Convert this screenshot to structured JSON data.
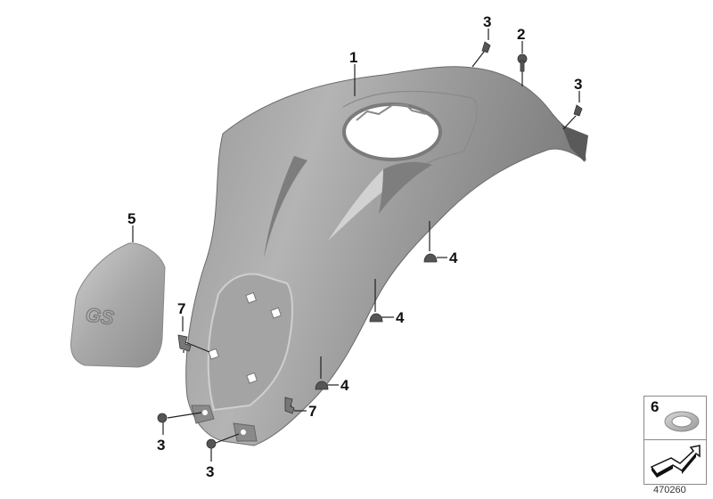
{
  "diagram": {
    "type": "exploded-parts-diagram",
    "subject": "Fuel tank cover trim",
    "callouts": [
      {
        "id": "1",
        "label": "1",
        "part": "tank-cover"
      },
      {
        "id": "2",
        "label": "2",
        "part": "screw"
      },
      {
        "id": "3a",
        "label": "3",
        "part": "screw-top-left"
      },
      {
        "id": "3b",
        "label": "3",
        "part": "screw-top-right"
      },
      {
        "id": "3c",
        "label": "3",
        "part": "screw-bottom-left"
      },
      {
        "id": "3d",
        "label": "3",
        "part": "screw-bottom-right"
      },
      {
        "id": "4a",
        "label": "4",
        "part": "cap-nut-upper"
      },
      {
        "id": "4b",
        "label": "4",
        "part": "cap-nut-middle"
      },
      {
        "id": "4c",
        "label": "4",
        "part": "cap-nut-lower"
      },
      {
        "id": "5",
        "label": "5",
        "part": "side-pad-gs"
      },
      {
        "id": "7a",
        "label": "7",
        "part": "clip-left"
      },
      {
        "id": "7b",
        "label": "7",
        "part": "clip-right"
      }
    ],
    "pad_logo": "GS",
    "legend": {
      "item_label": "6",
      "item_part": "ring-washer",
      "orientation_icon": "arrow-icon"
    },
    "document_id": "470260",
    "colors": {
      "part_fill": "#8c8c8c",
      "part_dark": "#6e6e6e",
      "part_light": "#c6c6c6",
      "line": "#222222",
      "text": "#111111"
    }
  }
}
